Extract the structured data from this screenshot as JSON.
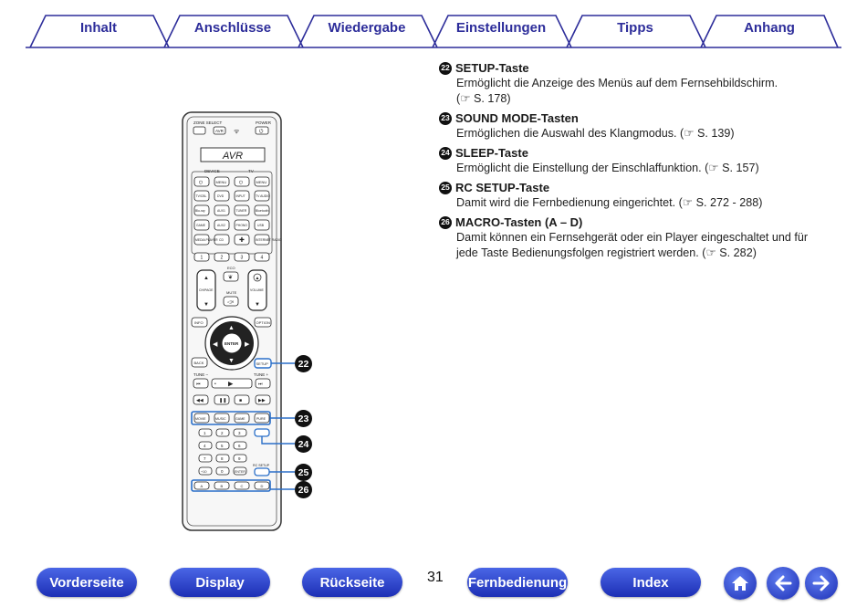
{
  "tabs": [
    "Inhalt",
    "Anschlüsse",
    "Wiedergabe",
    "Einstellungen",
    "Tipps",
    "Anhang"
  ],
  "items": [
    {
      "num": "22",
      "title": "SETUP-Taste",
      "lines": [
        "Ermöglicht die Anzeige des Menüs auf dem Fernsehbildschirm.",
        "(☞ S. 178)"
      ]
    },
    {
      "num": "23",
      "title": "SOUND MODE-Tasten",
      "lines": [
        "Ermöglichen die Auswahl des Klangmodus.  (☞ S. 139)"
      ]
    },
    {
      "num": "24",
      "title": "SLEEP-Taste",
      "lines": [
        "Ermöglicht die Einstellung der Einschlaffunktion.  (☞ S. 157)"
      ]
    },
    {
      "num": "25",
      "title": "RC SETUP-Taste",
      "lines": [
        "Damit wird die Fernbedienung eingerichtet.  (☞ S. 272 -  288)"
      ]
    },
    {
      "num": "26",
      "title": "MACRO-Tasten (A – D)",
      "lines": [
        "Damit können ein Fernsehgerät oder ein Player eingeschaltet und für",
        "jede Taste Bedienungsfolgen registriert werden.  (☞ S. 282)"
      ]
    }
  ],
  "remote": {
    "zone_select": "ZONE SELECT",
    "avr": "AVR",
    "power": "POWER",
    "display_text": "AVR",
    "device": "DEVICE",
    "tv": "TV",
    "menu": "MENU",
    "row_a": [
      "TV/CBL",
      "DVD",
      "INPUT",
      "TV AUDIO"
    ],
    "row_b": [
      "Blu-ray",
      "AUX1",
      "TUNER",
      "Bluetooth"
    ],
    "row_c": [
      "GAME",
      "AUX2",
      "PHONO",
      "USB"
    ],
    "row_d": [
      "MEDIA PLAYER",
      "CD",
      "",
      "INTERNET RADIO"
    ],
    "nums1": [
      "1",
      "2",
      "3",
      "4"
    ],
    "ch_page": "CH/PAGE",
    "eco": "ECO",
    "mute": "MUTE",
    "volume": "VOLUME",
    "info": "INFO",
    "option": "OPTION",
    "enter": "ENTER",
    "back": "BACK",
    "setup": "SETUP",
    "tune_minus": "TUNE –",
    "tune_plus": "TUNE +",
    "sound_modes": [
      "MOVIE",
      "MUSIC",
      "GAME",
      "PURE"
    ],
    "keypad": [
      "1",
      "2",
      "3",
      "4",
      "5",
      "6",
      "7",
      "8",
      "9",
      "+10",
      "0",
      "ENTER"
    ],
    "rc_setup": "RC SETUP",
    "macros": [
      "A",
      "B",
      "C",
      "D"
    ]
  },
  "callouts": [
    "22",
    "23",
    "24",
    "25",
    "26"
  ],
  "nav": {
    "vorderseite": "Vorderseite",
    "display": "Display",
    "rueckseite": "Rückseite",
    "page_number": "31",
    "fernbedienung": "Fernbedienung",
    "index": "Index"
  },
  "icons": [
    "home-icon",
    "arrow-left-icon",
    "arrow-right-icon",
    "hand-pointer-icon"
  ],
  "colors": {
    "accent": "#2d2d9a",
    "nav_button": "#1d2fb5",
    "highlight": "#2a6fc9"
  }
}
